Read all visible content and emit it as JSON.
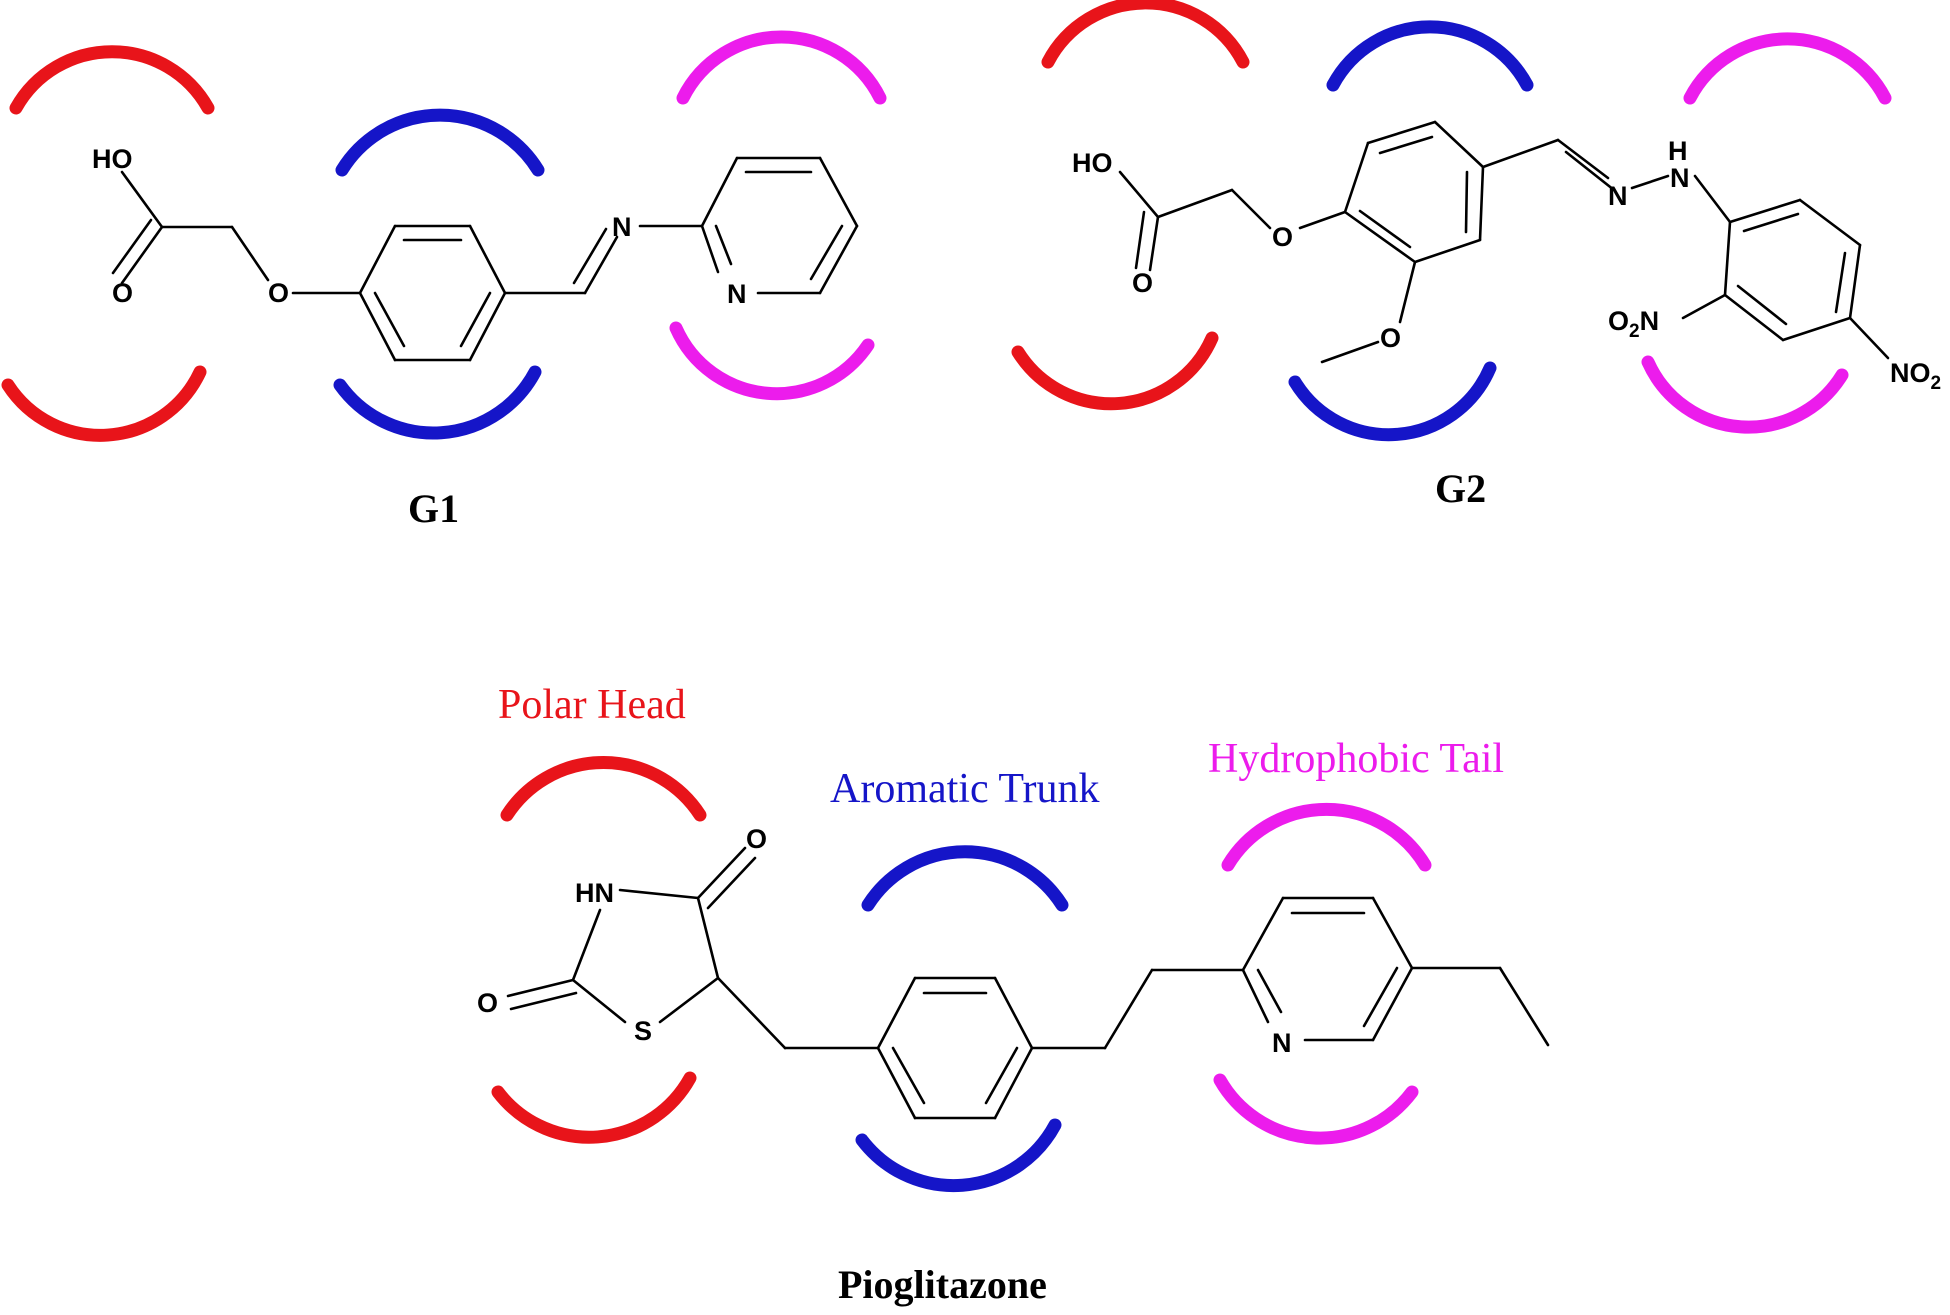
{
  "compounds": {
    "g1": {
      "name": "G1"
    },
    "g2": {
      "name": "G2"
    },
    "pio": {
      "name": "Pioglitazone"
    }
  },
  "regions": {
    "polar_head": {
      "label": "Polar Head",
      "color": "#e8141a"
    },
    "aromatic_trunk": {
      "label": "Aromatic Trunk",
      "color": "#1515c8"
    },
    "hydrophobic_tail": {
      "label": "Hydrophobic Tail",
      "color": "#ec1cec"
    }
  },
  "atoms": {
    "HO": "HO",
    "HN": "HN",
    "H": "H",
    "O": "O",
    "N": "N",
    "S": "S",
    "nitro_N": "N",
    "nitro_O": "O",
    "sub2": "2"
  }
}
